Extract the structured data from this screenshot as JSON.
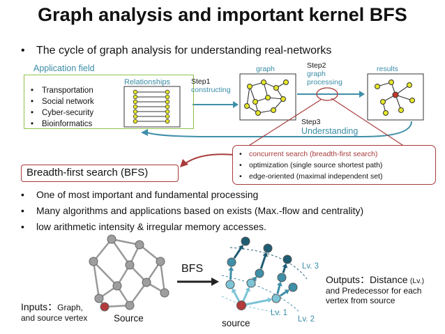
{
  "title": "Graph analysis and important kernel BFS",
  "intro": "The cycle of graph analysis for understanding real-networks",
  "application": {
    "label": "Application field",
    "relationships_label": "Relationships",
    "items": [
      "Transportation",
      "Social network",
      "Cyber-security",
      "Bioinformatics"
    ]
  },
  "steps": {
    "step1_title": "Step1",
    "step1_text": "constructing",
    "graph_label": "graph",
    "step2_title": "Step2",
    "step2_line1": "graph",
    "step2_line2": "processing",
    "results_label": "results",
    "step3_title": "Step3",
    "step3_text": "Understanding"
  },
  "processing_kernels": [
    "concurrent search (breadth-first search)",
    "optimization (single source shortest path)",
    "edge-oriented (maximal independent set)"
  ],
  "bfs_box_label": "Breadth-first search (BFS)",
  "facts": [
    "One of most important and fundamental processing",
    "Many algorithms and applications based on exists (Max.-flow and centrality)",
    "low arithmetic intensity & irregular memory accesses."
  ],
  "bfs_demo": {
    "arrow_label": "BFS",
    "inputs_prefix": "Inputs：",
    "inputs_line1_rest": "Graph,",
    "inputs_line2": "and source vertex",
    "source_left": "Source",
    "source_right": "source",
    "lv1": "Lv. 1",
    "lv2": "Lv. 2",
    "lv3": "Lv. 3",
    "outputs_prefix": "Outputs：",
    "outputs_line1_rest": "Distance",
    "outputs_lv": "(Lv.)",
    "outputs_line2": "and Predecessor for each",
    "outputs_line3": "vertex from source"
  },
  "colors": {
    "accent_teal": "#3a8ca6",
    "app_box_green": "#8fc24a",
    "highlight_red": "#a83a3a",
    "node_yellow": "#e6e62a",
    "node_gray": "#9e9e9e",
    "source_red": "#b33b3b",
    "lv_teal_light": "#7cc4d6",
    "lv_teal_mid": "#3f8fa8",
    "lv_teal_dark": "#1f5c73"
  }
}
